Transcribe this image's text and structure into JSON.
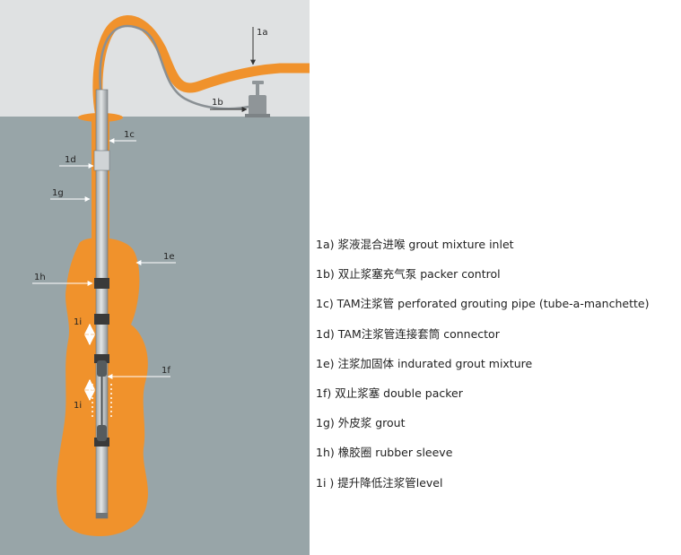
{
  "diagram": {
    "callouts": {
      "c1a": "1a",
      "c1b": "1b",
      "c1c": "1c",
      "c1d": "1d",
      "c1g": "1g",
      "c1e": "1e",
      "c1h": "1h",
      "c1i_upper": "1i",
      "c1f": "1f",
      "c1i_lower": "1i"
    },
    "colors": {
      "sky": "#dfe1e2",
      "ground": "#98a5a8",
      "grout": "#f0922c",
      "pipe": "#c4c8ca",
      "rubber_sleeve": "#3a3a3a",
      "hose": "#8a9094"
    }
  },
  "legend": {
    "items": [
      "1a) 浆液混合进喉 grout mixture inlet",
      "1b) 双止浆塞充气泵 packer control",
      "1c) TAM注浆管 perforated grouting pipe (tube-a-manchette)",
      "1d) TAM注浆管连接套筒 connector",
      "1e) 注浆加固体 indurated grout mixture",
      "1f) 双止浆塞 double packer",
      "1g) 外皮浆 grout",
      "1h) 橡胶圈 rubber sleeve",
      "1i ) 提升降低注浆管level"
    ]
  }
}
